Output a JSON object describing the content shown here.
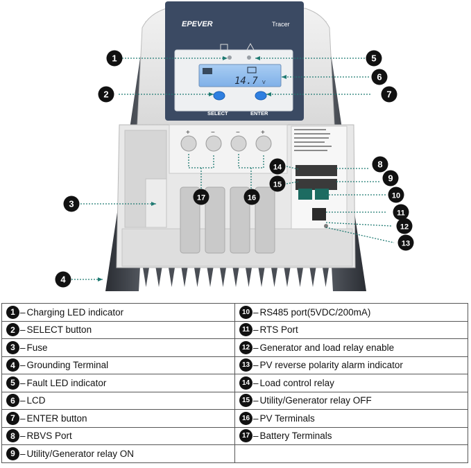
{
  "device": {
    "brand": "EPEVER",
    "model": "Tracer",
    "lcd_value": "14.7",
    "lcd_unit": "V",
    "button_labels": {
      "select": "SELECT",
      "enter": "ENTER"
    },
    "terminal_symbols": [
      "+",
      "−",
      "−",
      "+"
    ]
  },
  "callouts": [
    "1",
    "2",
    "3",
    "4",
    "5",
    "6",
    "7",
    "8",
    "9",
    "10",
    "11",
    "12",
    "13",
    "14",
    "15",
    "16",
    "17"
  ],
  "legend": [
    {
      "num": "1",
      "text": "Charging LED indicator"
    },
    {
      "num": "2",
      "text": "SELECT button"
    },
    {
      "num": "3",
      "text": "Fuse"
    },
    {
      "num": "4",
      "text": "Grounding Terminal"
    },
    {
      "num": "5",
      "text": "Fault LED indicator"
    },
    {
      "num": "6",
      "text": "LCD"
    },
    {
      "num": "7",
      "text": "ENTER button"
    },
    {
      "num": "8",
      "text": "RBVS Port"
    },
    {
      "num": "9",
      "text": "Utility/Generator relay ON"
    },
    {
      "num": "10",
      "text": "RS485 port(5VDC/200mA)"
    },
    {
      "num": "11",
      "text": "RTS Port"
    },
    {
      "num": "12",
      "text": "Generator and load relay enable"
    },
    {
      "num": "13",
      "text": "PV reverse polarity alarm indicator"
    },
    {
      "num": "14",
      "text": "Load control relay"
    },
    {
      "num": "15",
      "text": "Utility/Generator relay OFF"
    },
    {
      "num": "16",
      "text": "PV Terminals"
    },
    {
      "num": "17",
      "text": "Battery Terminals"
    }
  ],
  "colors": {
    "panel": "#3b4a63",
    "button": "#2f7fe0",
    "leader": "#1f7a72",
    "label_bg": "#111111"
  }
}
